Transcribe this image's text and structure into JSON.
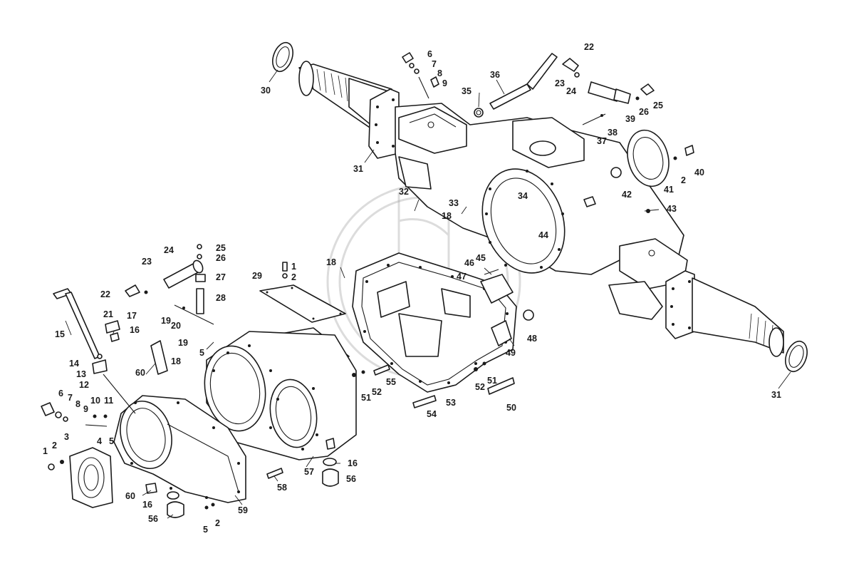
{
  "diagram": {
    "title": "",
    "callouts": [
      {
        "id": "c30",
        "text": "30"
      },
      {
        "id": "c31a",
        "text": "31"
      },
      {
        "id": "c6a",
        "text": "6"
      },
      {
        "id": "c7a",
        "text": "7"
      },
      {
        "id": "c8a",
        "text": "8"
      },
      {
        "id": "c9a",
        "text": "9"
      },
      {
        "id": "c36",
        "text": "36"
      },
      {
        "id": "c35",
        "text": "35"
      },
      {
        "id": "c22a",
        "text": "22"
      },
      {
        "id": "c23a",
        "text": "23"
      },
      {
        "id": "c24a",
        "text": "24"
      },
      {
        "id": "c39",
        "text": "39"
      },
      {
        "id": "c26a",
        "text": "26"
      },
      {
        "id": "c25a",
        "text": "25"
      },
      {
        "id": "c37",
        "text": "37"
      },
      {
        "id": "c38",
        "text": "38"
      },
      {
        "id": "c40",
        "text": "40"
      },
      {
        "id": "c2a",
        "text": "2"
      },
      {
        "id": "c41",
        "text": "41"
      },
      {
        "id": "c42",
        "text": "42"
      },
      {
        "id": "c43",
        "text": "43"
      },
      {
        "id": "c32",
        "text": "32"
      },
      {
        "id": "c33",
        "text": "33"
      },
      {
        "id": "c34",
        "text": "34"
      },
      {
        "id": "c18a",
        "text": "18"
      },
      {
        "id": "c44",
        "text": "44"
      },
      {
        "id": "c45",
        "text": "45"
      },
      {
        "id": "c46",
        "text": "46"
      },
      {
        "id": "c47",
        "text": "47"
      },
      {
        "id": "c48",
        "text": "48"
      },
      {
        "id": "c49",
        "text": "49"
      },
      {
        "id": "c31b",
        "text": "31"
      },
      {
        "id": "c18b",
        "text": "18"
      },
      {
        "id": "c1a",
        "text": "1"
      },
      {
        "id": "c2b",
        "text": "2"
      },
      {
        "id": "c29",
        "text": "29"
      },
      {
        "id": "c25b",
        "text": "25"
      },
      {
        "id": "c26b",
        "text": "26"
      },
      {
        "id": "c24b",
        "text": "24"
      },
      {
        "id": "c27",
        "text": "27"
      },
      {
        "id": "c28",
        "text": "28"
      },
      {
        "id": "c23b",
        "text": "23"
      },
      {
        "id": "c22b",
        "text": "22"
      },
      {
        "id": "c21",
        "text": "21"
      },
      {
        "id": "c17",
        "text": "17"
      },
      {
        "id": "c15",
        "text": "15"
      },
      {
        "id": "c16a",
        "text": "16"
      },
      {
        "id": "c19a",
        "text": "19"
      },
      {
        "id": "c20",
        "text": "20"
      },
      {
        "id": "c19b",
        "text": "19"
      },
      {
        "id": "c5a",
        "text": "5"
      },
      {
        "id": "c18c",
        "text": "18"
      },
      {
        "id": "c60a",
        "text": "60"
      },
      {
        "id": "c14",
        "text": "14"
      },
      {
        "id": "c13",
        "text": "13"
      },
      {
        "id": "c12",
        "text": "12"
      },
      {
        "id": "c51a",
        "text": "51"
      },
      {
        "id": "c52a",
        "text": "52"
      },
      {
        "id": "c55",
        "text": "55"
      },
      {
        "id": "c53",
        "text": "53"
      },
      {
        "id": "c51b",
        "text": "51"
      },
      {
        "id": "c52b",
        "text": "52"
      },
      {
        "id": "c50",
        "text": "50"
      },
      {
        "id": "c54",
        "text": "54"
      },
      {
        "id": "c6b",
        "text": "6"
      },
      {
        "id": "c7b",
        "text": "7"
      },
      {
        "id": "c8b",
        "text": "8"
      },
      {
        "id": "c9b",
        "text": "9"
      },
      {
        "id": "c10",
        "text": "10"
      },
      {
        "id": "c11",
        "text": "11"
      },
      {
        "id": "c4",
        "text": "4"
      },
      {
        "id": "c5b",
        "text": "5"
      },
      {
        "id": "c3",
        "text": "3"
      },
      {
        "id": "c2c",
        "text": "2"
      },
      {
        "id": "c1b",
        "text": "1"
      },
      {
        "id": "c60b",
        "text": "60"
      },
      {
        "id": "c16b",
        "text": "16"
      },
      {
        "id": "c56a",
        "text": "56"
      },
      {
        "id": "c5c",
        "text": "5"
      },
      {
        "id": "c2d",
        "text": "2"
      },
      {
        "id": "c59",
        "text": "59"
      },
      {
        "id": "c58",
        "text": "58"
      },
      {
        "id": "c57",
        "text": "57"
      },
      {
        "id": "c16c",
        "text": "16"
      },
      {
        "id": "c56b",
        "text": "56"
      }
    ]
  }
}
